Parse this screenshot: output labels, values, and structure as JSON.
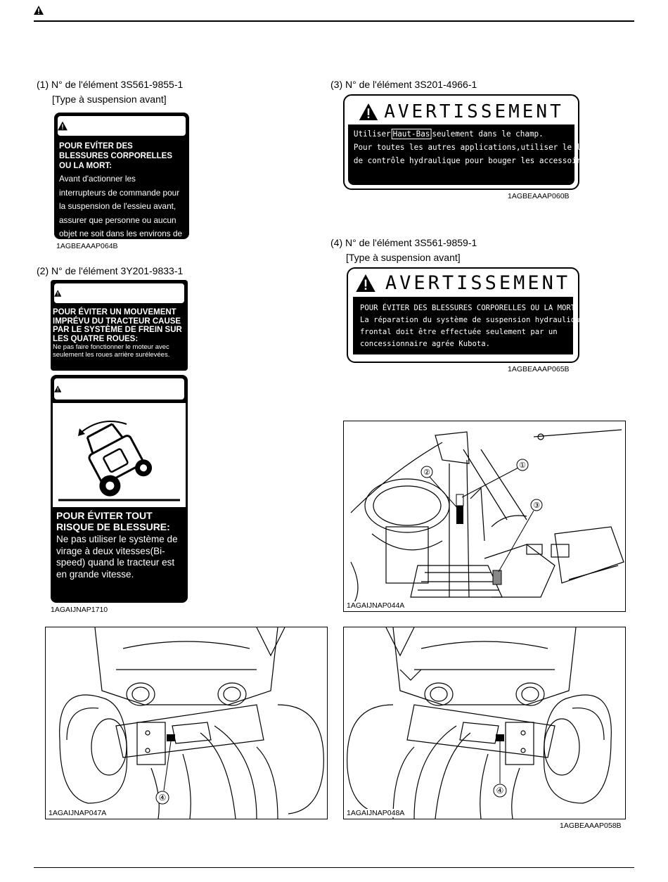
{
  "header": {
    "icon": "warning-triangle-icon"
  },
  "item1": {
    "caption": "(1) N° de l'élément 3S561-9855-1",
    "subcaption": "[Type à suspension avant]",
    "title": "AVERTISSEMENT",
    "heading": "POUR EVÍTER DES BLESSURES CORPORELLES OU LA MORT:",
    "body": "Avant d'actionner les interrupteurs de commande pour la suspension de l'essieu avant, assurer que personne ou aucun objet ne soit dans les environs de la machine.",
    "code": "1AGBEAAAP064B"
  },
  "item2": {
    "caption": "(2) N° de l'élément 3Y201-9833-1",
    "label1_title": "AVERTISSEMENT",
    "label1_heading": "POUR ÉVITER UN MOUVEMENT IMPRÉVU DU TRACTEUR CAUSE PAR LE SYSTÈME DE FREIN SUR LES QUATRE ROUES:",
    "label1_body": "Ne pas faire fonctionner le moteur avec seulement les roues arrière surélevées.",
    "label2_title": "AVERTISSEMENT",
    "label2_heading": "POUR ÉVITER TOUT RISQUE DE BLESSURE:",
    "label2_body": "Ne pas utiliser le système de virage à deux vitesses(Bi-speed) quand le tracteur est en grande vitesse.",
    "code": "1AGAIJNAP1710"
  },
  "item3": {
    "caption": "(3) N° de l'élément 3S201-4966-1",
    "title": "AVERTISSEMENT",
    "line1a": "Utiliser",
    "line1b": "Haut-Bas",
    "line1c": "seulement dans le champ.",
    "line2": "Pour toutes les autres applications,utiliser le levier",
    "line3": "de contrôle hydraulique pour bouger les accessoires.",
    "code": "1AGBEAAAP060B"
  },
  "item4": {
    "caption": "(4) N° de l'élément 3S561-9859-1",
    "subcaption": "[Type à suspension avant]",
    "title": "AVERTISSEMENT",
    "line1": "POUR ÉVITER DES BLESSURES CORPORELLES OU LA MORT:",
    "line2": "La réparation du système de suspension hydraulique",
    "line3": "frontal doit être effectuée seulement par un",
    "line4": "concessionnaire agrée Kubota.",
    "code": "1AGBEAAAP065B"
  },
  "figures": {
    "fig1_code": "1AGAIJNAP044A",
    "fig1_c1": "①",
    "fig1_c2": "②",
    "fig1_c3": "③",
    "fig2_code": "1AGAIJNAP047A",
    "fig2_c4": "④",
    "fig3_code": "1AGAIJNAP048A",
    "fig3_c4": "④",
    "bottom_code": "1AGBEAAAP058B"
  }
}
